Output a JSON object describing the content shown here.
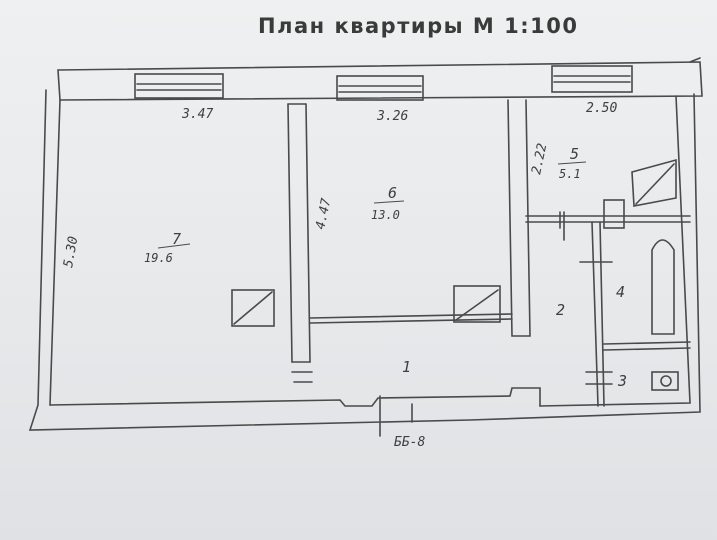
{
  "plan": {
    "title": "План квартиры М 1:100",
    "rooms": [
      {
        "number": "7",
        "area": "19.6"
      },
      {
        "number": "6",
        "area": "13.0"
      },
      {
        "number": "5",
        "area": "5.1"
      },
      {
        "number": "1"
      },
      {
        "number": "2"
      },
      {
        "number": "3"
      },
      {
        "number": "4"
      }
    ],
    "dimensions": {
      "room7_width": "3.47",
      "room6_width": "3.26",
      "room5_width": "2.50",
      "room7_height": "5.30",
      "room6_height": "4.47",
      "room5_height": "2.22"
    },
    "stamp": "ББ-8"
  }
}
